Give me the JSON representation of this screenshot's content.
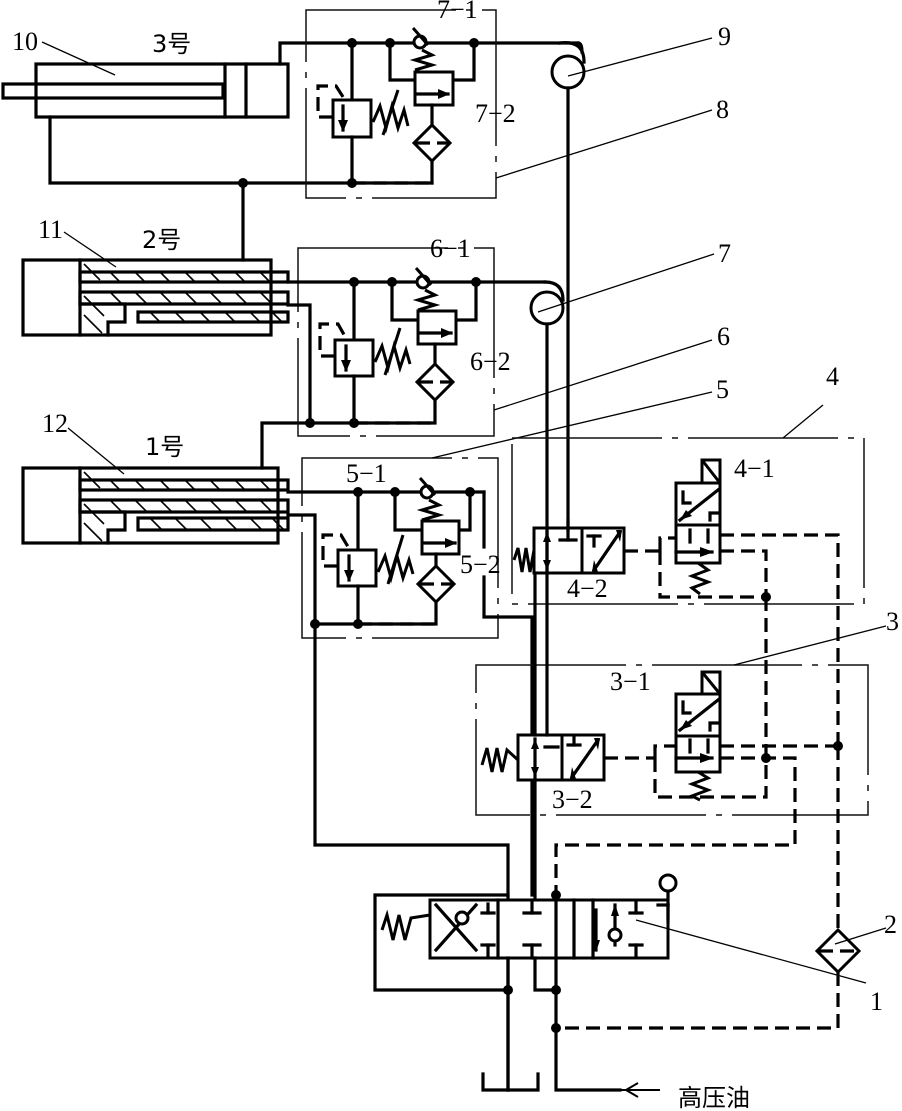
{
  "diagram": {
    "type": "hydraulic-schematic",
    "colors": {
      "line": "#000000",
      "background": "#ffffff"
    }
  },
  "cylinders": [
    {
      "id": "10",
      "name": "3号",
      "callout": "10"
    },
    {
      "id": "11",
      "name": "2号",
      "callout": "11"
    },
    {
      "id": "12",
      "name": "1号",
      "callout": "12"
    }
  ],
  "valve_groups": [
    {
      "callout": "8",
      "sub_labels": [
        "7−1",
        "7−2"
      ]
    },
    {
      "callout": "6",
      "sub_labels": [
        "6−1",
        "6−2"
      ]
    },
    {
      "callout": "5",
      "sub_labels": [
        "5−1",
        "5−2"
      ]
    },
    {
      "callout": "4",
      "sub_labels": [
        "4−1",
        "4−2"
      ]
    },
    {
      "callout": "3",
      "sub_labels": [
        "3−1",
        "3−2"
      ]
    }
  ],
  "rotary_joints": [
    {
      "callout": "9"
    },
    {
      "callout": "7"
    }
  ],
  "filter": {
    "callout": "2"
  },
  "main_valve": {
    "callout": "1"
  },
  "supply": {
    "label": "高压油"
  }
}
